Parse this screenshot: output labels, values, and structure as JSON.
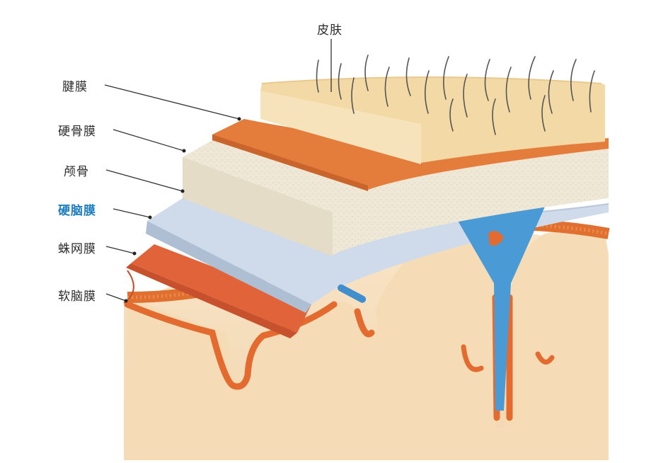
{
  "labels": {
    "skin": "皮肤",
    "galea": "腱膜",
    "periosteum": "硬骨膜",
    "skull": "颅骨",
    "dura": "硬脑膜",
    "arachnoid": "蛛网膜",
    "pia": "软脑膜"
  },
  "colors": {
    "label_text": "#2b2b2b",
    "highlight_label": "#1e7fc0",
    "skin": "#f3d9a6",
    "galea": "#e0783a",
    "skull": "#efe8d6",
    "dura": "#c9d6e6",
    "arachnoid": "#e66e3c",
    "brain": "#f6dfbe",
    "sinus": "#4a9ad6"
  }
}
